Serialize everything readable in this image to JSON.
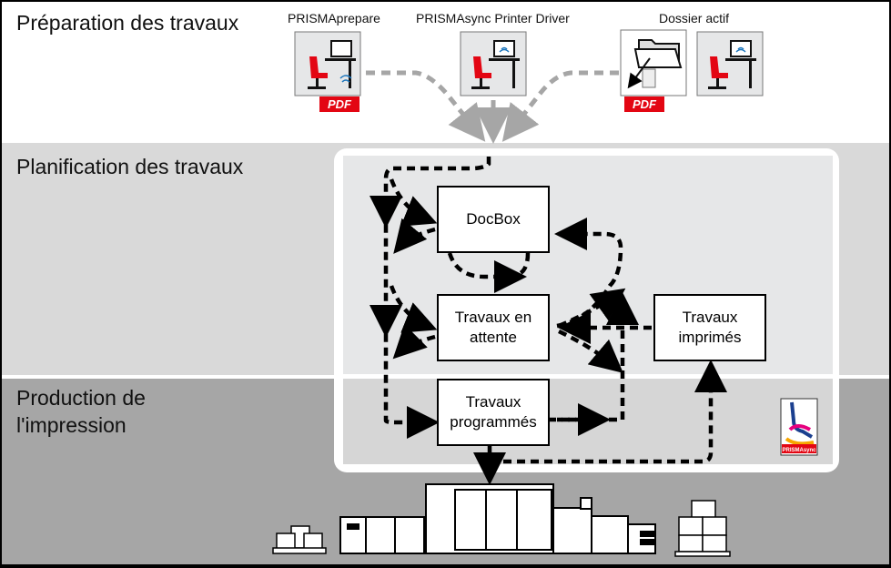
{
  "sections": {
    "preparation": "Préparation des travaux",
    "planning": "Planification des travaux",
    "production": "Production de\nl'impression"
  },
  "sources": {
    "prismaprepare": "PRISMAprepare",
    "printer_driver": "PRISMAsync Printer Driver",
    "hot_folder": "Dossier actif"
  },
  "badges": {
    "pdf": "PDF",
    "prismasync": "PRISMAsync"
  },
  "nodes": {
    "docbox": "DocBox",
    "waiting": "Travaux en\nattente",
    "printed": "Travaux\nimprimés",
    "scheduled": "Travaux\nprogrammés"
  },
  "colors": {
    "pdf_red": "#e30613",
    "plan_band": "#d9d9d9",
    "prod_band": "#a6a6a6",
    "arrow_gray": "#a6a6a6"
  }
}
